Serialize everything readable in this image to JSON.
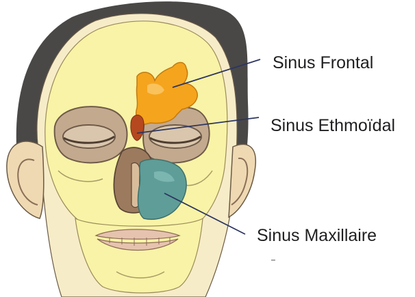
{
  "labels": {
    "frontal": "Sinus Frontal",
    "ethmoidal": "Sinus Ethmoïdal",
    "maxillaire": "Sinus Maxillaire"
  },
  "colors": {
    "skin": "#f6ecc8",
    "skull": "#f8f3a6",
    "hair": "#4a4847",
    "frontal_sinus": "#f5a41d",
    "ethmoid_sinus": "#b5481f",
    "maxillary_sinus": "#5f9d98",
    "orbit": "#c3a98e",
    "pointer_line": "#2c3560"
  }
}
